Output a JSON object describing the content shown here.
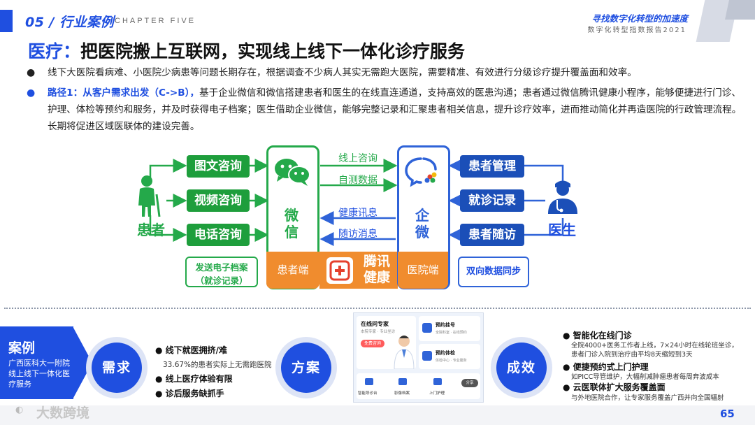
{
  "header": {
    "section": "05 / 行业案例",
    "chapter": "CHAPTER FIVE",
    "report_title": "寻找数字化转型的加速度",
    "report_sub": "数字化转型指数报告2021"
  },
  "title": {
    "highlight": "医疗：",
    "rest": "把医院搬上互联网，实现线上线下一体化诊疗服务"
  },
  "bullets": {
    "b1": "线下大医院看病难、小医院少病患等问题长期存在，根据调查不少病人其实无需跑大医院，需要精准、有效进行分级诊疗提升覆盖面和效率。",
    "b2_bold": "路径1：从客户需求出发（C->B），",
    "b2_rest": "基于企业微信和微信搭建患者和医生的在线直连通道，支持高效的医患沟通；患者通过微信腾讯健康小程序，能够便捷进行门诊、护理、体检等预约和服务，并及时获得电子档案；医生借助企业微信，能够完整记录和汇聚患者相关信息，提升诊疗效率，进而推动简化并再造医院的行政管理流程。长期将促进区域医联体的建设完善。"
  },
  "diagram": {
    "patient_label": "患者",
    "doctor_label": "医生",
    "patient_services": [
      "图文咨询",
      "视频咨询",
      "电话咨询"
    ],
    "patient_note_1": "发送电子档案",
    "patient_note_2": "（就诊记录）",
    "wechat_label": "微信",
    "wechat_foot": "患者端",
    "wework_label": "企微",
    "wework_foot": "医院端",
    "tencent_health": "腾讯健康",
    "flow_right": [
      "线上咨询",
      "自测数据"
    ],
    "flow_left": [
      "健康讯息",
      "随访消息"
    ],
    "doctor_services": [
      "患者管理",
      "就诊记录",
      "患者随访"
    ],
    "doctor_note": "双向数据同步"
  },
  "case": {
    "label": "案例",
    "desc": "广西医科大一附院线上线下一体化医疗服务",
    "need": "需求",
    "need_items": [
      "线下就医拥挤/难",
      "线上医疗体验有限",
      "诊后服务缺抓手"
    ],
    "need_sub": "33.67%的患者实际上无需跑医院",
    "plan": "方案",
    "result": "成效",
    "result_items": [
      {
        "title": "智能化在线门诊",
        "desc": "全院4000+医务工作者上线，7×24小时在线轮班坐诊，患者门诊入院到治疗由平均8天缩短到3天"
      },
      {
        "title": "便捷预约式上门护理",
        "desc": "如PICC导管维护，大幅削减肿瘤患者每周奔波成本"
      },
      {
        "title": "云医联体扩大服务覆盖面",
        "desc": "与外地医院合作，让专家服务覆盖广西并向全国辐射"
      }
    ]
  },
  "phone": {
    "card_title": "在线问专家",
    "card_sub": "本院专家 · 专业坐诊",
    "card_btn": "免费咨询",
    "right1_title": "预约挂号",
    "right1_sub": "全院科室 · 在线预约",
    "right2_title": "预约体检",
    "right2_sub": "体检中心 · 专业服务",
    "tabs": [
      "智能导诊台",
      "影像档案",
      "上门护理"
    ],
    "share": "分享"
  },
  "footer": {
    "watermark": "大数跨境",
    "page": "65"
  }
}
